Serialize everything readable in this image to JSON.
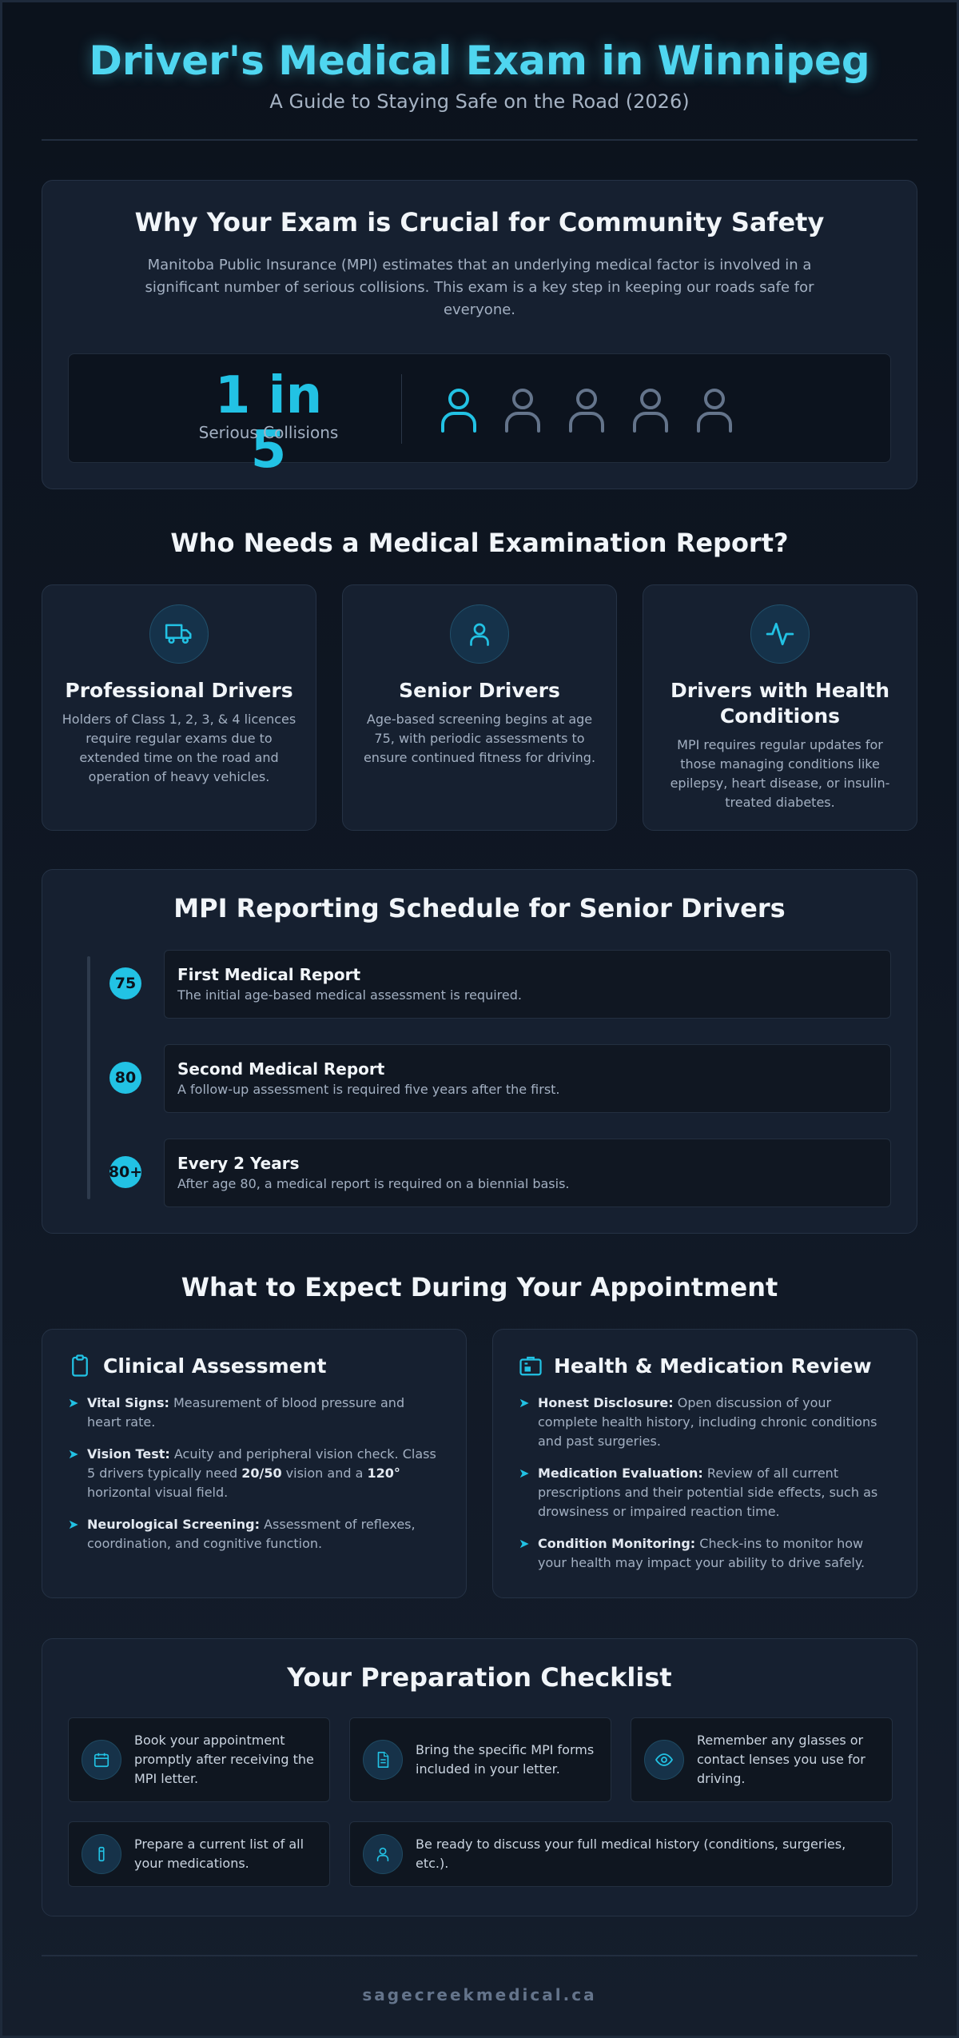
{
  "header": {
    "title": "Driver's Medical Exam in Winnipeg",
    "subtitle": "A Guide to Staying Safe on the Road (2026)"
  },
  "why": {
    "title": "Why Your Exam is Crucial for Community Safety",
    "intro": "Manitoba Public Insurance (MPI) estimates that an underlying medical factor is involved in a significant number of serious collisions. This exam is a key step in keeping our roads safe for everyone.",
    "stat_value": "1 in 5",
    "stat_label": "Serious Collisions",
    "highlight_fraction": "1/5",
    "highlight_color": "#22c2e4",
    "muted_color": "#64748b"
  },
  "who": {
    "title": "Who Needs a Medical Examination Report?",
    "cards": [
      {
        "icon": "truck-icon",
        "title": "Professional Drivers",
        "text": "Holders of Class 1, 2, 3, & 4 licences require regular exams due to extended time on the road and operation of heavy vehicles."
      },
      {
        "icon": "user-icon",
        "title": "Senior Drivers",
        "text": "Age-based screening begins at age 75, with periodic assessments to ensure continued fitness for driving."
      },
      {
        "icon": "heartbeat-icon",
        "title": "Drivers with Health Conditions",
        "text": "MPI requires regular updates for those managing conditions like epilepsy, heart disease, or insulin-treated diabetes."
      }
    ]
  },
  "schedule": {
    "title": "MPI Reporting Schedule for Senior Drivers",
    "items": [
      {
        "badge": "75",
        "title": "First Medical Report",
        "text": "The initial age-based medical assessment is required."
      },
      {
        "badge": "80",
        "title": "Second Medical Report",
        "text": "A follow-up assessment is required five years after the first."
      },
      {
        "badge": "80+",
        "title": "Every 2 Years",
        "text": "After age 80, a medical report is required on a biennial basis."
      }
    ]
  },
  "expect": {
    "title": "What to Expect During Your Appointment",
    "clinical": {
      "icon": "clipboard-icon",
      "title": "Clinical Assessment",
      "items": [
        {
          "label": "Vital Signs:",
          "text": " Measurement of blood pressure and heart rate."
        },
        {
          "label": "Vision Test:",
          "text_a": " Acuity and peripheral vision check. Class 5 drivers typically need ",
          "bold_a": "20/50",
          "text_b": " vision and a ",
          "bold_b": "120°",
          "text_c": " horizontal visual field."
        },
        {
          "label": "Neurological Screening:",
          "text": " Assessment of reflexes, coordination, and cognitive function."
        }
      ]
    },
    "health": {
      "icon": "medical-kit-icon",
      "title": "Health & Medication Review",
      "items": [
        {
          "label": "Honest Disclosure:",
          "text": " Open discussion of your complete health history, including chronic conditions and past surgeries."
        },
        {
          "label": "Medication Evaluation:",
          "text": " Review of all current prescriptions and their potential side effects, such as drowsiness or impaired reaction time."
        },
        {
          "label": "Condition Monitoring:",
          "text": " Check-ins to monitor how your health may impact your ability to drive safely."
        }
      ]
    }
  },
  "checklist": {
    "title": "Your Preparation Checklist",
    "items": [
      {
        "icon": "calendar-icon",
        "text": "Book your appointment promptly after receiving the MPI letter."
      },
      {
        "icon": "document-icon",
        "text": "Bring the specific MPI forms included in your letter."
      },
      {
        "icon": "eye-icon",
        "text": "Remember any glasses or contact lenses you use for driving."
      },
      {
        "icon": "pill-bottle-icon",
        "text": "Prepare a current list of all your medications."
      },
      {
        "icon": "user-icon",
        "text": "Be ready to discuss your full medical history (conditions, surgeries, etc.)."
      }
    ]
  },
  "footer": {
    "text": "sagecreekmedical.ca"
  }
}
